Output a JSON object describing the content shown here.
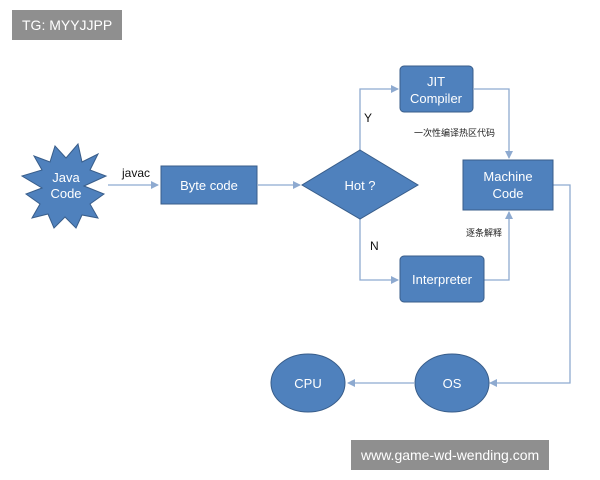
{
  "colors": {
    "node_fill": "#4f81bd",
    "node_stroke": "#385d8a",
    "edge": "#8eaad0",
    "watermark_bg": "#8f8f8f"
  },
  "nodes": {
    "java_code": {
      "line1": "Java",
      "line2": "Code"
    },
    "byte_code": {
      "label": "Byte code"
    },
    "hot": {
      "label": "Hot ?"
    },
    "jit_compiler": {
      "line1": "JIT",
      "line2": "Compiler"
    },
    "interpreter": {
      "label": "Interpreter"
    },
    "machine_code": {
      "line1": "Machine",
      "line2": "Code"
    },
    "os": {
      "label": "OS"
    },
    "cpu": {
      "label": "CPU"
    }
  },
  "edges": {
    "javac": "javac",
    "yes": "Y",
    "no": "N",
    "jit_note": "一次性编译热区代码",
    "interp_note": "逐条解释"
  },
  "watermarks": {
    "top": "TG: MYYJJPP",
    "bottom": "www.game-wd-wending.com"
  }
}
